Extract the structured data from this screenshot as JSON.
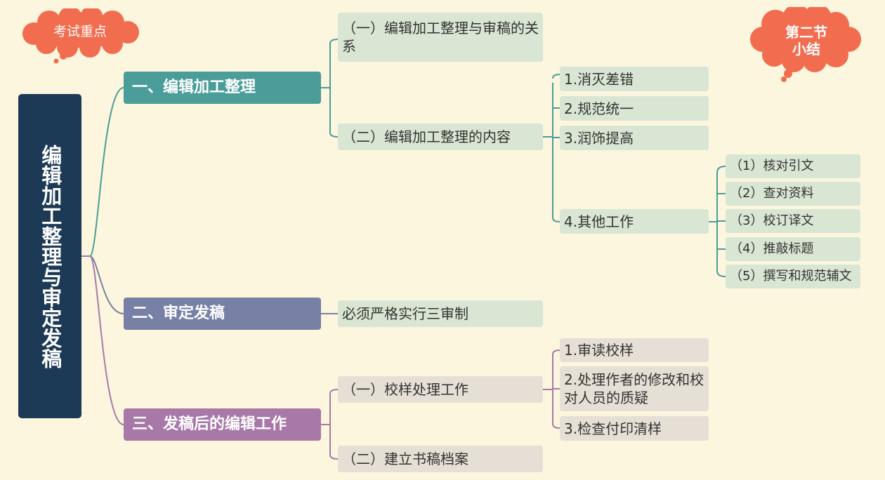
{
  "root": {
    "label": "编辑加工整理与审定发稿"
  },
  "cloud_left": {
    "label": "考试重点"
  },
  "cloud_right": {
    "line1": "第二节",
    "line2": "小结"
  },
  "branches": {
    "b1": {
      "label": "一、编辑加工整理",
      "children": [
        {
          "label": "（一）编辑加工整理与审稿的关系"
        },
        {
          "label": "（二）编辑加工整理的内容"
        }
      ],
      "content_items": [
        {
          "label": "1.消灭差错"
        },
        {
          "label": "2.规范统一"
        },
        {
          "label": "3.润饰提高"
        },
        {
          "label": "4.其他工作"
        }
      ],
      "other_work": [
        {
          "label": "（1）核对引文"
        },
        {
          "label": "（2）查对资料"
        },
        {
          "label": "（3）校订译文"
        },
        {
          "label": "（4）推敲标题"
        },
        {
          "label": "（5）撰写和规范辅文"
        }
      ]
    },
    "b2": {
      "label": "二、审定发稿",
      "children": [
        {
          "label": "必须严格实行三审制"
        }
      ]
    },
    "b3": {
      "label": "三、发稿后的编辑工作",
      "children": [
        {
          "label": "（一）校样处理工作"
        },
        {
          "label": "（二）建立书稿档案"
        }
      ],
      "proof_items": [
        {
          "label": "1.审读校样"
        },
        {
          "label": "2.处理作者的修改和校对人员的质疑"
        },
        {
          "label": "3.检查付印清样"
        }
      ]
    }
  },
  "colors": {
    "background": "#fbf6dd",
    "root": "#1c3a55",
    "branch1": "#4a9d98",
    "branch2": "#7880a6",
    "branch3": "#a879a8",
    "leaf_green": "#d9e6d3",
    "leaf_beige": "#e6dfd5",
    "cloud": "#f26d4f"
  }
}
